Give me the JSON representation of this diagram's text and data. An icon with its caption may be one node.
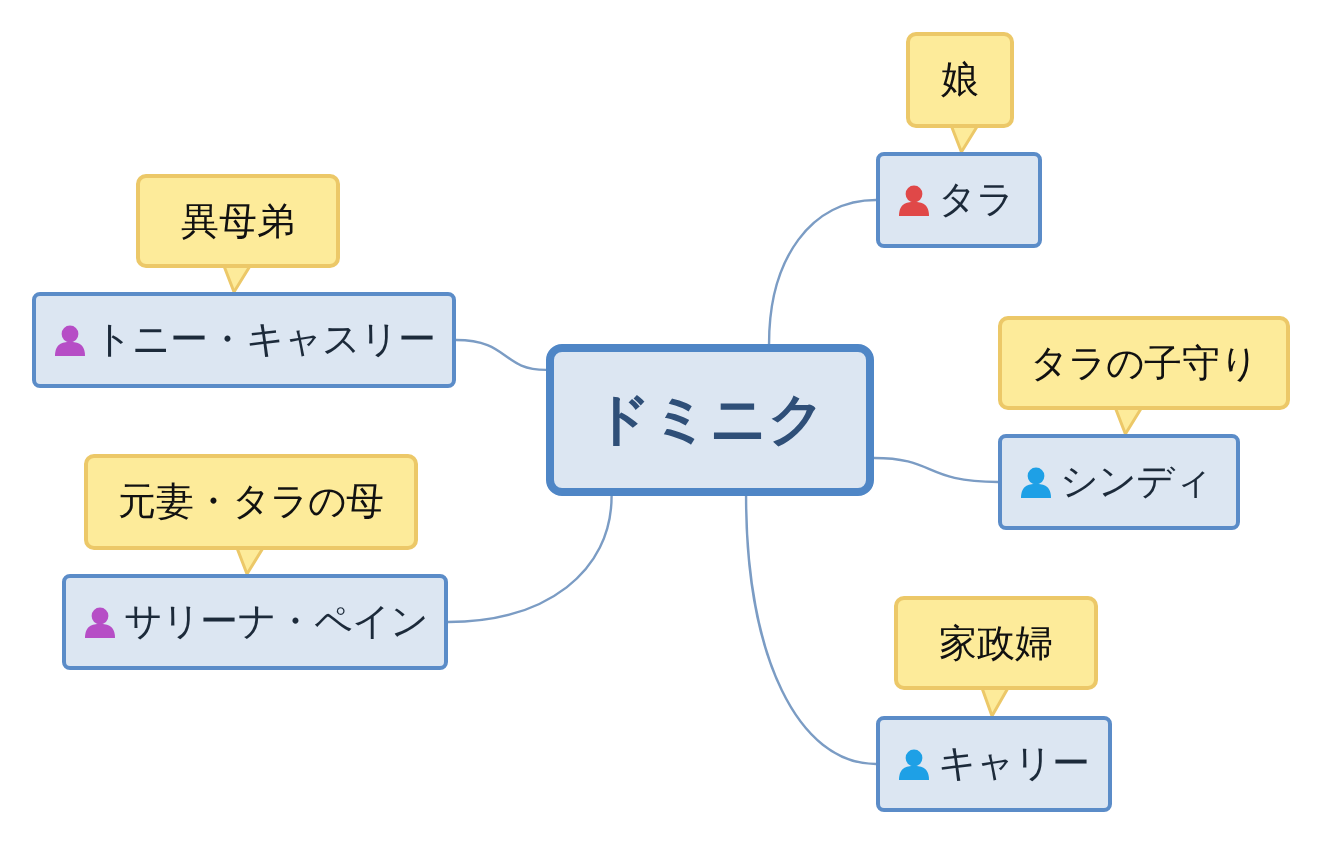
{
  "diagram": {
    "nodes": [
      {
        "text": [
          "ドミニク"
        ]
      },
      {
        "text": [
          "娘"
        ]
      },
      {
        "text": [
          "タラ"
        ]
      },
      {
        "text": [
          "タラの子守り"
        ]
      },
      {
        "text": [
          "シンディ"
        ]
      },
      {
        "text": [
          "家政婦"
        ]
      },
      {
        "text": [
          "キャリー"
        ]
      },
      {
        "text": [
          "異母弟"
        ]
      },
      {
        "text": [
          "トニー・キャスリー"
        ]
      },
      {
        "text": [
          "元妻・タラの母"
        ]
      },
      {
        "text": [
          "サリーナ・ペイン"
        ]
      }
    ],
    "edges": [
      {
        "from": 0,
        "to": 2,
        "arrow": "none"
      },
      {
        "from": 0,
        "to": 4,
        "arrow": "none"
      },
      {
        "from": 0,
        "to": 6,
        "arrow": "none"
      },
      {
        "from": 0,
        "to": 8,
        "arrow": "none"
      },
      {
        "from": 0,
        "to": 10,
        "arrow": "none"
      },
      {
        "from": 1,
        "to": 2,
        "arrow": "to"
      },
      {
        "from": 3,
        "to": 4,
        "arrow": "to"
      },
      {
        "from": 5,
        "to": 6,
        "arrow": "to"
      },
      {
        "from": 7,
        "to": 8,
        "arrow": "to"
      },
      {
        "from": 9,
        "to": 10,
        "arrow": "to"
      }
    ]
  }
}
